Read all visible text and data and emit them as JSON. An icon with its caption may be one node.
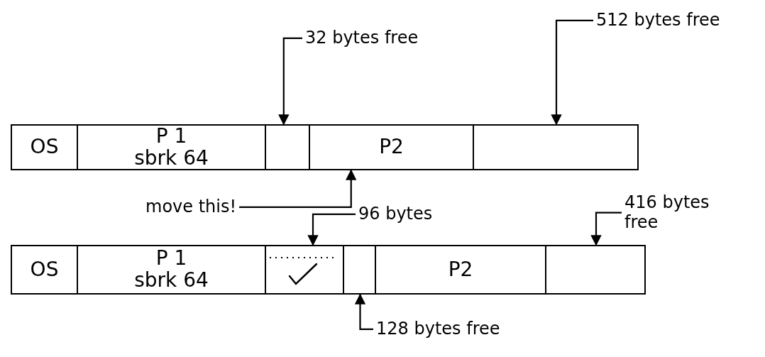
{
  "diagram": {
    "nodes": [
      {
        "text": [
          "32 bytes free"
        ]
      },
      {
        "text": [
          "512 bytes free"
        ]
      },
      {
        "text": [
          "OS"
        ]
      },
      {
        "text": [
          "P 1",
          "sbrk 64"
        ]
      },
      {
        "text": [],
        "shape": "box"
      },
      {
        "text": [
          "P2"
        ]
      },
      {
        "text": [],
        "shape": "box"
      },
      {
        "text": [
          "move this!"
        ]
      },
      {
        "text": [
          "96 bytes"
        ]
      },
      {
        "text": [
          "416 bytes free"
        ]
      },
      {
        "text": [
          "OS"
        ]
      },
      {
        "text": [
          "P 1",
          "sbrk 64"
        ]
      },
      {
        "text": [],
        "shape": "box"
      },
      {
        "text": [],
        "shape": "box"
      },
      {
        "text": [
          "P2"
        ]
      },
      {
        "text": [],
        "shape": "box"
      },
      {
        "text": [
          "128 bytes free"
        ]
      }
    ],
    "edges": [
      {
        "from": 0,
        "to": 4,
        "arrow": "to"
      },
      {
        "from": 1,
        "to": 6,
        "arrow": "to"
      },
      {
        "from": 7,
        "to": 5,
        "arrow": "to"
      },
      {
        "from": 8,
        "to": 12,
        "arrow": "to"
      },
      {
        "from": 9,
        "to": 15,
        "arrow": "to"
      },
      {
        "from": 16,
        "to": 13,
        "arrow": "to"
      }
    ]
  }
}
